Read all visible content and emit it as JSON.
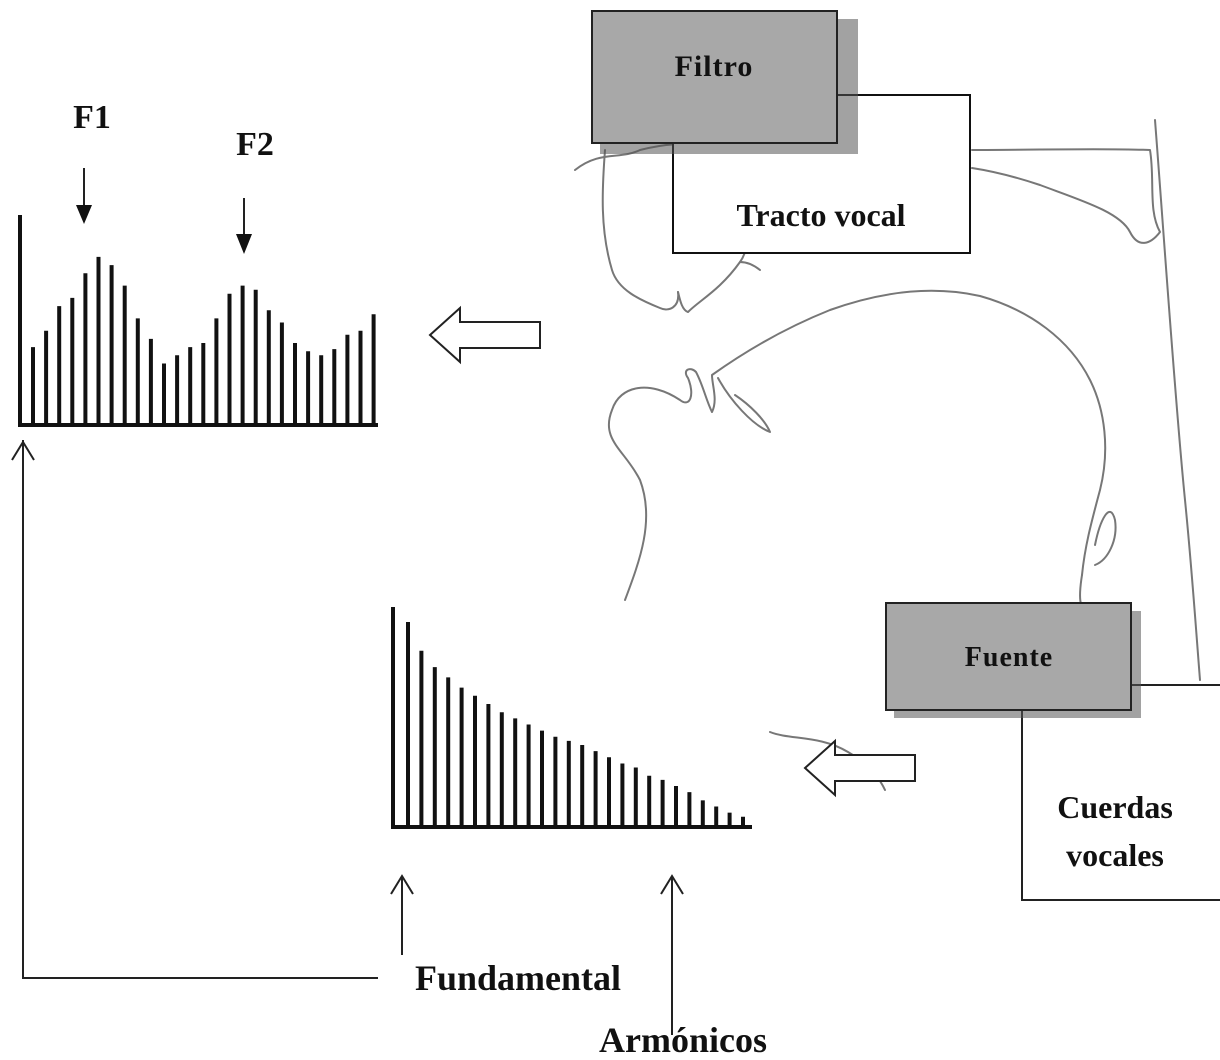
{
  "labels": {
    "filter_title": "Filtro",
    "filter_desc": "Tracto vocal",
    "source_title": "Fuente",
    "source_desc_line1": "Cuerdas",
    "source_desc_line2": "vocales",
    "formant1": "F1",
    "formant2": "F2",
    "fundamental": "Fundamental",
    "harmonics": "Armónicos"
  },
  "spectra": {
    "output_bars": [
      0.38,
      0.46,
      0.58,
      0.62,
      0.74,
      0.82,
      0.78,
      0.68,
      0.52,
      0.42,
      0.3,
      0.34,
      0.38,
      0.4,
      0.52,
      0.64,
      0.68,
      0.66,
      0.56,
      0.5,
      0.4,
      0.36,
      0.34,
      0.37,
      0.44,
      0.46,
      0.54
    ],
    "source_bars": [
      1.0,
      0.86,
      0.78,
      0.73,
      0.68,
      0.64,
      0.6,
      0.56,
      0.53,
      0.5,
      0.47,
      0.44,
      0.42,
      0.4,
      0.37,
      0.34,
      0.31,
      0.29,
      0.25,
      0.23,
      0.2,
      0.17,
      0.13,
      0.1,
      0.07,
      0.05
    ]
  }
}
